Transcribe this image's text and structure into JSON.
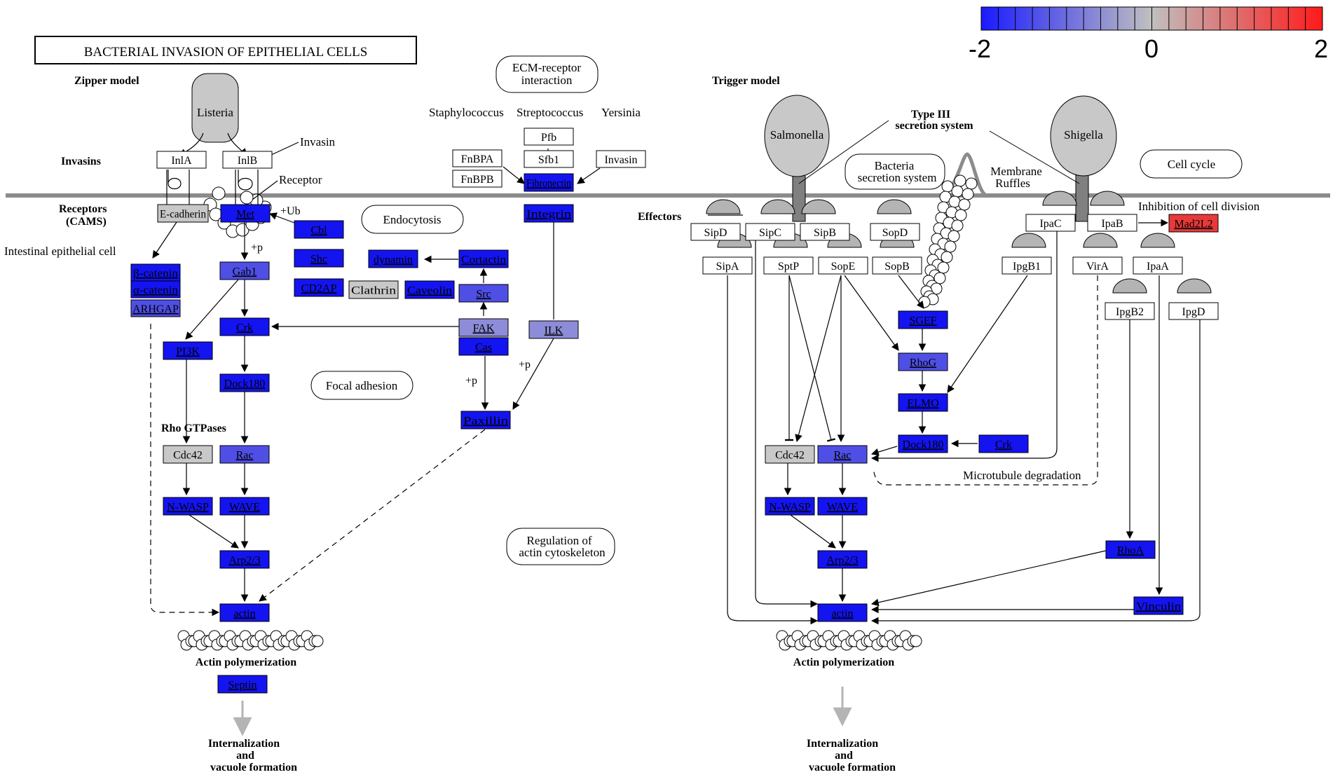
{
  "title": "BACTERIAL  INVASION  OF  EPITHELIAL CELLS",
  "scale": {
    "min_label": "-2",
    "mid_label": "0",
    "max_label": "2",
    "min_color": "#1a1aff",
    "mid_color": "#c0c0c0",
    "max_color": "#ff1a1a"
  },
  "colors": {
    "strong_down": "#1414f0",
    "mid_down": "#4f4fe6",
    "weak_down": "#8c8cd8",
    "neutral": "#c8c8c8",
    "up": "#e83a3a",
    "membrane": "#8c8c8c",
    "bacteria": "#c8c8c8"
  },
  "labels": {
    "zipper_model": "Zipper model",
    "trigger_model": "Trigger model",
    "invasins": "Invasins",
    "receptors_line1": "Receptors",
    "receptors_line2": "(CAMS)",
    "intestinal_cell": "Intestinal epithelial cell",
    "invasin_left": "Invasin",
    "receptor": "Receptor",
    "ub": "+Ub",
    "p1": "+p",
    "p2": "+p",
    "p3": "+p",
    "staphylococcus": "Staphylococcus",
    "streptococcus": "Streptococcus",
    "yersinia": "Yersinia",
    "rho_gtpases": "Rho GTPases",
    "actin_poly_left": "Actin polymerization",
    "actin_poly_right": "Actin polymerization",
    "intern_left_1": "Internalization",
    "intern_left_2": "and",
    "intern_left_3": "vacuole formation",
    "intern_right_1": "Internalization",
    "intern_right_2": "and",
    "intern_right_3": "vacuole formation",
    "type3_line1": "Type III",
    "type3_line2": "secretion system",
    "membrane_ruffles_1": "Membrane",
    "membrane_ruffles_2": "Ruffles",
    "effectors": "Effectors",
    "inhibition": "Inhibition of cell division",
    "microtubule": "Microtubule degradation"
  },
  "bacteria": {
    "listeria": "Listeria",
    "salmonella": "Salmonella",
    "shigella": "Shigella"
  },
  "maps": {
    "ecm_1": "ECM-receptor",
    "ecm_2": "interaction",
    "endocytosis": "Endocytosis",
    "focal_adhesion": "Focal adhesion",
    "regulation_1": "Regulation of",
    "regulation_2": "actin cytoskeleton",
    "bacteria_secretion_1": "Bacteria",
    "bacteria_secretion_2": "secretion system",
    "cell_cycle": "Cell cycle"
  },
  "nodes": {
    "inla": "InlA",
    "inlb": "InlB",
    "ecadherin": "E-cadherin",
    "met": "Met",
    "cbl": "Cbl",
    "shc": "Shc",
    "cd2ap": "CD2AP",
    "bcatenin": "β-catenin",
    "acatenin": "α-catenin",
    "arhgap": "ARHGAP",
    "gab1": "Gab1",
    "crk_left": "Crk",
    "pi3k": "PI3K",
    "dock180_left": "Dock180",
    "cdc42_left": "Cdc42",
    "rac_left": "Rac",
    "nwasp_left": "N-WASP",
    "wave_left": "WAVE",
    "arp23_left": "Arp2/3",
    "actin_left": "actin",
    "septin": "Septin",
    "dynamin": "dynamin",
    "cortactin": "Cortactin",
    "clathrin": "Clathrin",
    "caveolin": "Caveolin",
    "src": "Src",
    "fak": "FAK",
    "cas": "Cas",
    "ilk": "ILK",
    "paxillin": "Paxillin",
    "pfb": "Pfb",
    "sfb1": "Sfb1",
    "fnbpa": "FnBPA",
    "fnbpb": "FnBPB",
    "invasin_y": "Invasin",
    "fibronectin": "Fibronectin",
    "integrin": "Integrin",
    "sipd": "SipD",
    "sipc": "SipC",
    "sipb": "SipB",
    "sopd": "SopD",
    "sipa": "SipA",
    "sptp": "SptP",
    "sope": "SopE",
    "sopb": "SopB",
    "ipgb1": "IpgB1",
    "sgef": "SGEF",
    "rhog": "RhoG",
    "elmo": "ELMO",
    "dock180_right": "Dock180",
    "crk_right": "Crk",
    "cdc42_right": "Cdc42",
    "rac_right": "Rac",
    "nwasp_right": "N-WASP",
    "wave_right": "WAVE",
    "arp23_right": "Arp2/3",
    "actin_right": "actin",
    "ipac": "IpaC",
    "ipab": "IpaB",
    "mad2l2": "Mad2L2",
    "vira": "VirA",
    "ipaa": "IpaA",
    "ipgb2": "IpgB2",
    "ipgd": "IpgD",
    "rhoa": "RhoA",
    "vinculin": "Vinculin"
  }
}
